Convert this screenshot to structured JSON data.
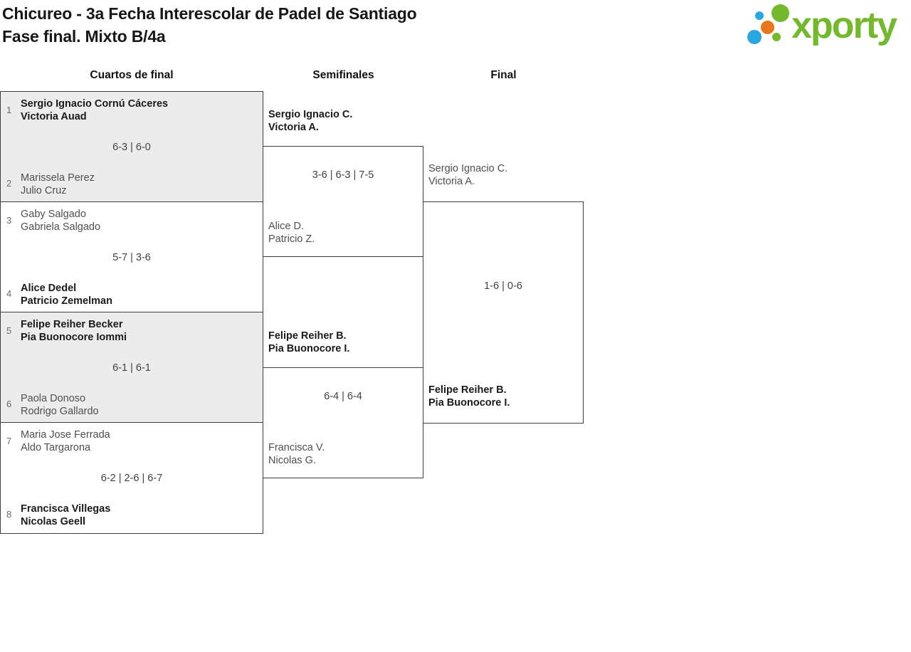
{
  "header": {
    "title_line1": "Chicureo - 3a Fecha Interescolar de Padel de Santiago",
    "title_line2": "Fase final. Mixto B/4a",
    "logo_text": "xporty"
  },
  "round_headers": [
    "Cuartos de final",
    "Semifinales",
    "Final"
  ],
  "colors": {
    "logo_green": "#74b92d",
    "logo_blue": "#29a8e0",
    "logo_orange": "#e8761b",
    "match_shade_gray": "#ececec",
    "bracket_line": "#3f3f3f"
  },
  "bracket": {
    "quarterfinals": [
      {
        "seed1": "1",
        "team1": {
          "p1": "Sergio Ignacio Cornú Cáceres",
          "p2": "Victoria Auad",
          "winner": true
        },
        "score": "6-3 | 6-0",
        "seed2": "2",
        "team2": {
          "p1": "Marissela Perez",
          "p2": "Julio Cruz",
          "winner": false
        }
      },
      {
        "seed1": "3",
        "team1": {
          "p1": "Gaby Salgado",
          "p2": "Gabriela Salgado",
          "winner": false
        },
        "score": "5-7 | 3-6",
        "seed2": "4",
        "team2": {
          "p1": "Alice Dedel",
          "p2": "Patricio Zemelman",
          "winner": true
        }
      },
      {
        "seed1": "5",
        "team1": {
          "p1": "Felipe Reiher Becker",
          "p2": "Pia Buonocore Iommi",
          "winner": true
        },
        "score": "6-1 | 6-1",
        "seed2": "6",
        "team2": {
          "p1": "Paola Donoso",
          "p2": "Rodrigo Gallardo",
          "winner": false
        }
      },
      {
        "seed1": "7",
        "team1": {
          "p1": "Maria Jose Ferrada",
          "p2": "Aldo Targarona",
          "winner": false
        },
        "score": "6-2 | 2-6 | 6-7",
        "seed2": "8",
        "team2": {
          "p1": "Francisca Villegas",
          "p2": "Nicolas Geell",
          "winner": true
        }
      }
    ],
    "semifinals": [
      {
        "team1": {
          "p1": "Sergio Ignacio C.",
          "p2": "Victoria A.",
          "winner": true
        },
        "score": "3-6 | 6-3 | 7-5",
        "team2": {
          "p1": "Alice D.",
          "p2": "Patricio Z.",
          "winner": false
        }
      },
      {
        "team1": {
          "p1": "Felipe Reiher B.",
          "p2": "Pia Buonocore I.",
          "winner": true
        },
        "score": "6-4 | 6-4",
        "team2": {
          "p1": "Francisca V.",
          "p2": "Nicolas G.",
          "winner": false
        }
      }
    ],
    "final": {
      "team1": {
        "p1": "Sergio Ignacio C.",
        "p2": "Victoria A.",
        "winner": false
      },
      "score": "1-6 | 0-6",
      "team2": {
        "p1": "Felipe Reiher B.",
        "p2": "Pia Buonocore I.",
        "winner": true
      }
    }
  }
}
